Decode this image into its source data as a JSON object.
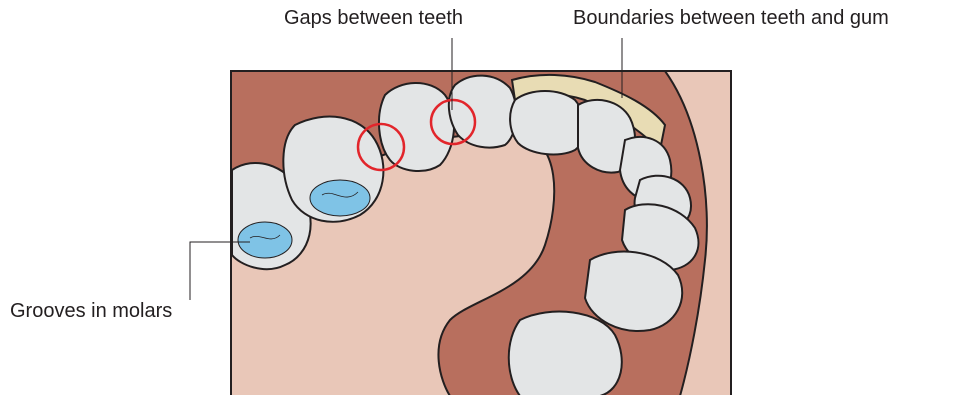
{
  "labels": {
    "gaps": "Gaps between teeth",
    "boundaries": "Boundaries between teeth and gum",
    "grooves": "Grooves in molars"
  },
  "colors": {
    "gum": "#b86f5e",
    "palate": "#e9c7b8",
    "tooth": "#e3e5e6",
    "groove_fill": "#7fc3e6",
    "gumline_fill": "#e8dcb4",
    "highlight_circle": "#e2252b",
    "outline": "#231f20"
  }
}
